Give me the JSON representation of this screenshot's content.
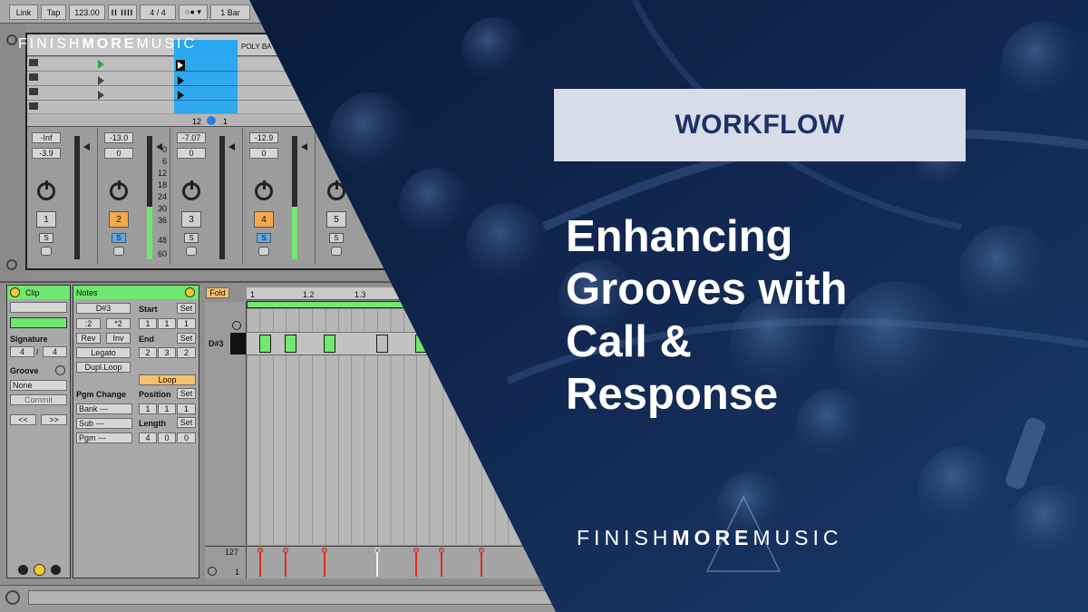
{
  "transport": {
    "link": "Link",
    "tap": "Tap",
    "tempo": "123.00",
    "signature": "4 / 4",
    "quantize": "1 Bar"
  },
  "session": {
    "clip_header": "POLY BA",
    "tracks": [
      {
        "num": "1",
        "vol_top": "-Inf",
        "vol_bot": "-3.9",
        "solo": "S",
        "armed": false
      },
      {
        "num": "2",
        "vol_top": "-13.0",
        "vol_bot": "0",
        "solo": "S",
        "armed": true
      },
      {
        "num": "3",
        "vol_top": "-7.07",
        "vol_bot": "0",
        "solo": "S",
        "armed": false
      },
      {
        "num": "4",
        "vol_top": "-12.9",
        "vol_bot": "0",
        "solo": "S",
        "armed": true
      },
      {
        "num": "5",
        "vol_top": "",
        "vol_bot": "",
        "solo": "S",
        "armed": false
      }
    ],
    "routing_value_a": "12",
    "routing_value_b": "1",
    "meter_ticks": [
      "0",
      "6",
      "12",
      "18",
      "24",
      "30",
      "36",
      "48",
      "60"
    ]
  },
  "clip_panel": {
    "clip_label": "Clip",
    "signature_label": "Signature",
    "sig_num": "4",
    "sig_den": "4",
    "groove_label": "Groove",
    "groove_value": "None",
    "commit": "Commit",
    "nav_prev": "<<",
    "nav_next": ">>"
  },
  "notes_panel": {
    "notes_label": "Notes",
    "pitch": "D#3",
    "div2": ":2",
    "mul2": "*2",
    "rev": "Rev",
    "inv": "Inv",
    "legato": "Legato",
    "dupl": "Dupl.Loop",
    "pgm_change": "Pgm Change",
    "bank": "Bank ---",
    "sub": "Sub ---",
    "pgm": "Pgm ---",
    "start": "Start",
    "end": "End",
    "set": "Set",
    "loop": "Loop",
    "position": "Position",
    "length": "Length",
    "start_vals": [
      "1",
      "1",
      "1"
    ],
    "end_vals": [
      "2",
      "3",
      "2"
    ],
    "position_vals": [
      "1",
      "1",
      "1"
    ],
    "length_vals": [
      "4",
      "0",
      "0"
    ]
  },
  "piano_roll": {
    "fold": "Fold",
    "bar_1": "1",
    "bar_12": "1.2",
    "bar_13": "1.3",
    "key_label": "D#3",
    "vel_max": "127",
    "vel_min": "1"
  },
  "promo": {
    "category": "WORKFLOW",
    "headline": [
      "Enhancing",
      "Grooves with",
      "Call &",
      "Response"
    ],
    "brand_a": "FINISH",
    "brand_b": "MORE",
    "brand_c": "MUSIC"
  },
  "colors": {
    "navy": "#0c1d3e",
    "clip_blue": "#29a6f0",
    "live_green": "#6ee86e",
    "arm_orange": "#f6a94a",
    "workflow_bg": "#d7dce8",
    "workflow_text": "#1e2f66"
  }
}
